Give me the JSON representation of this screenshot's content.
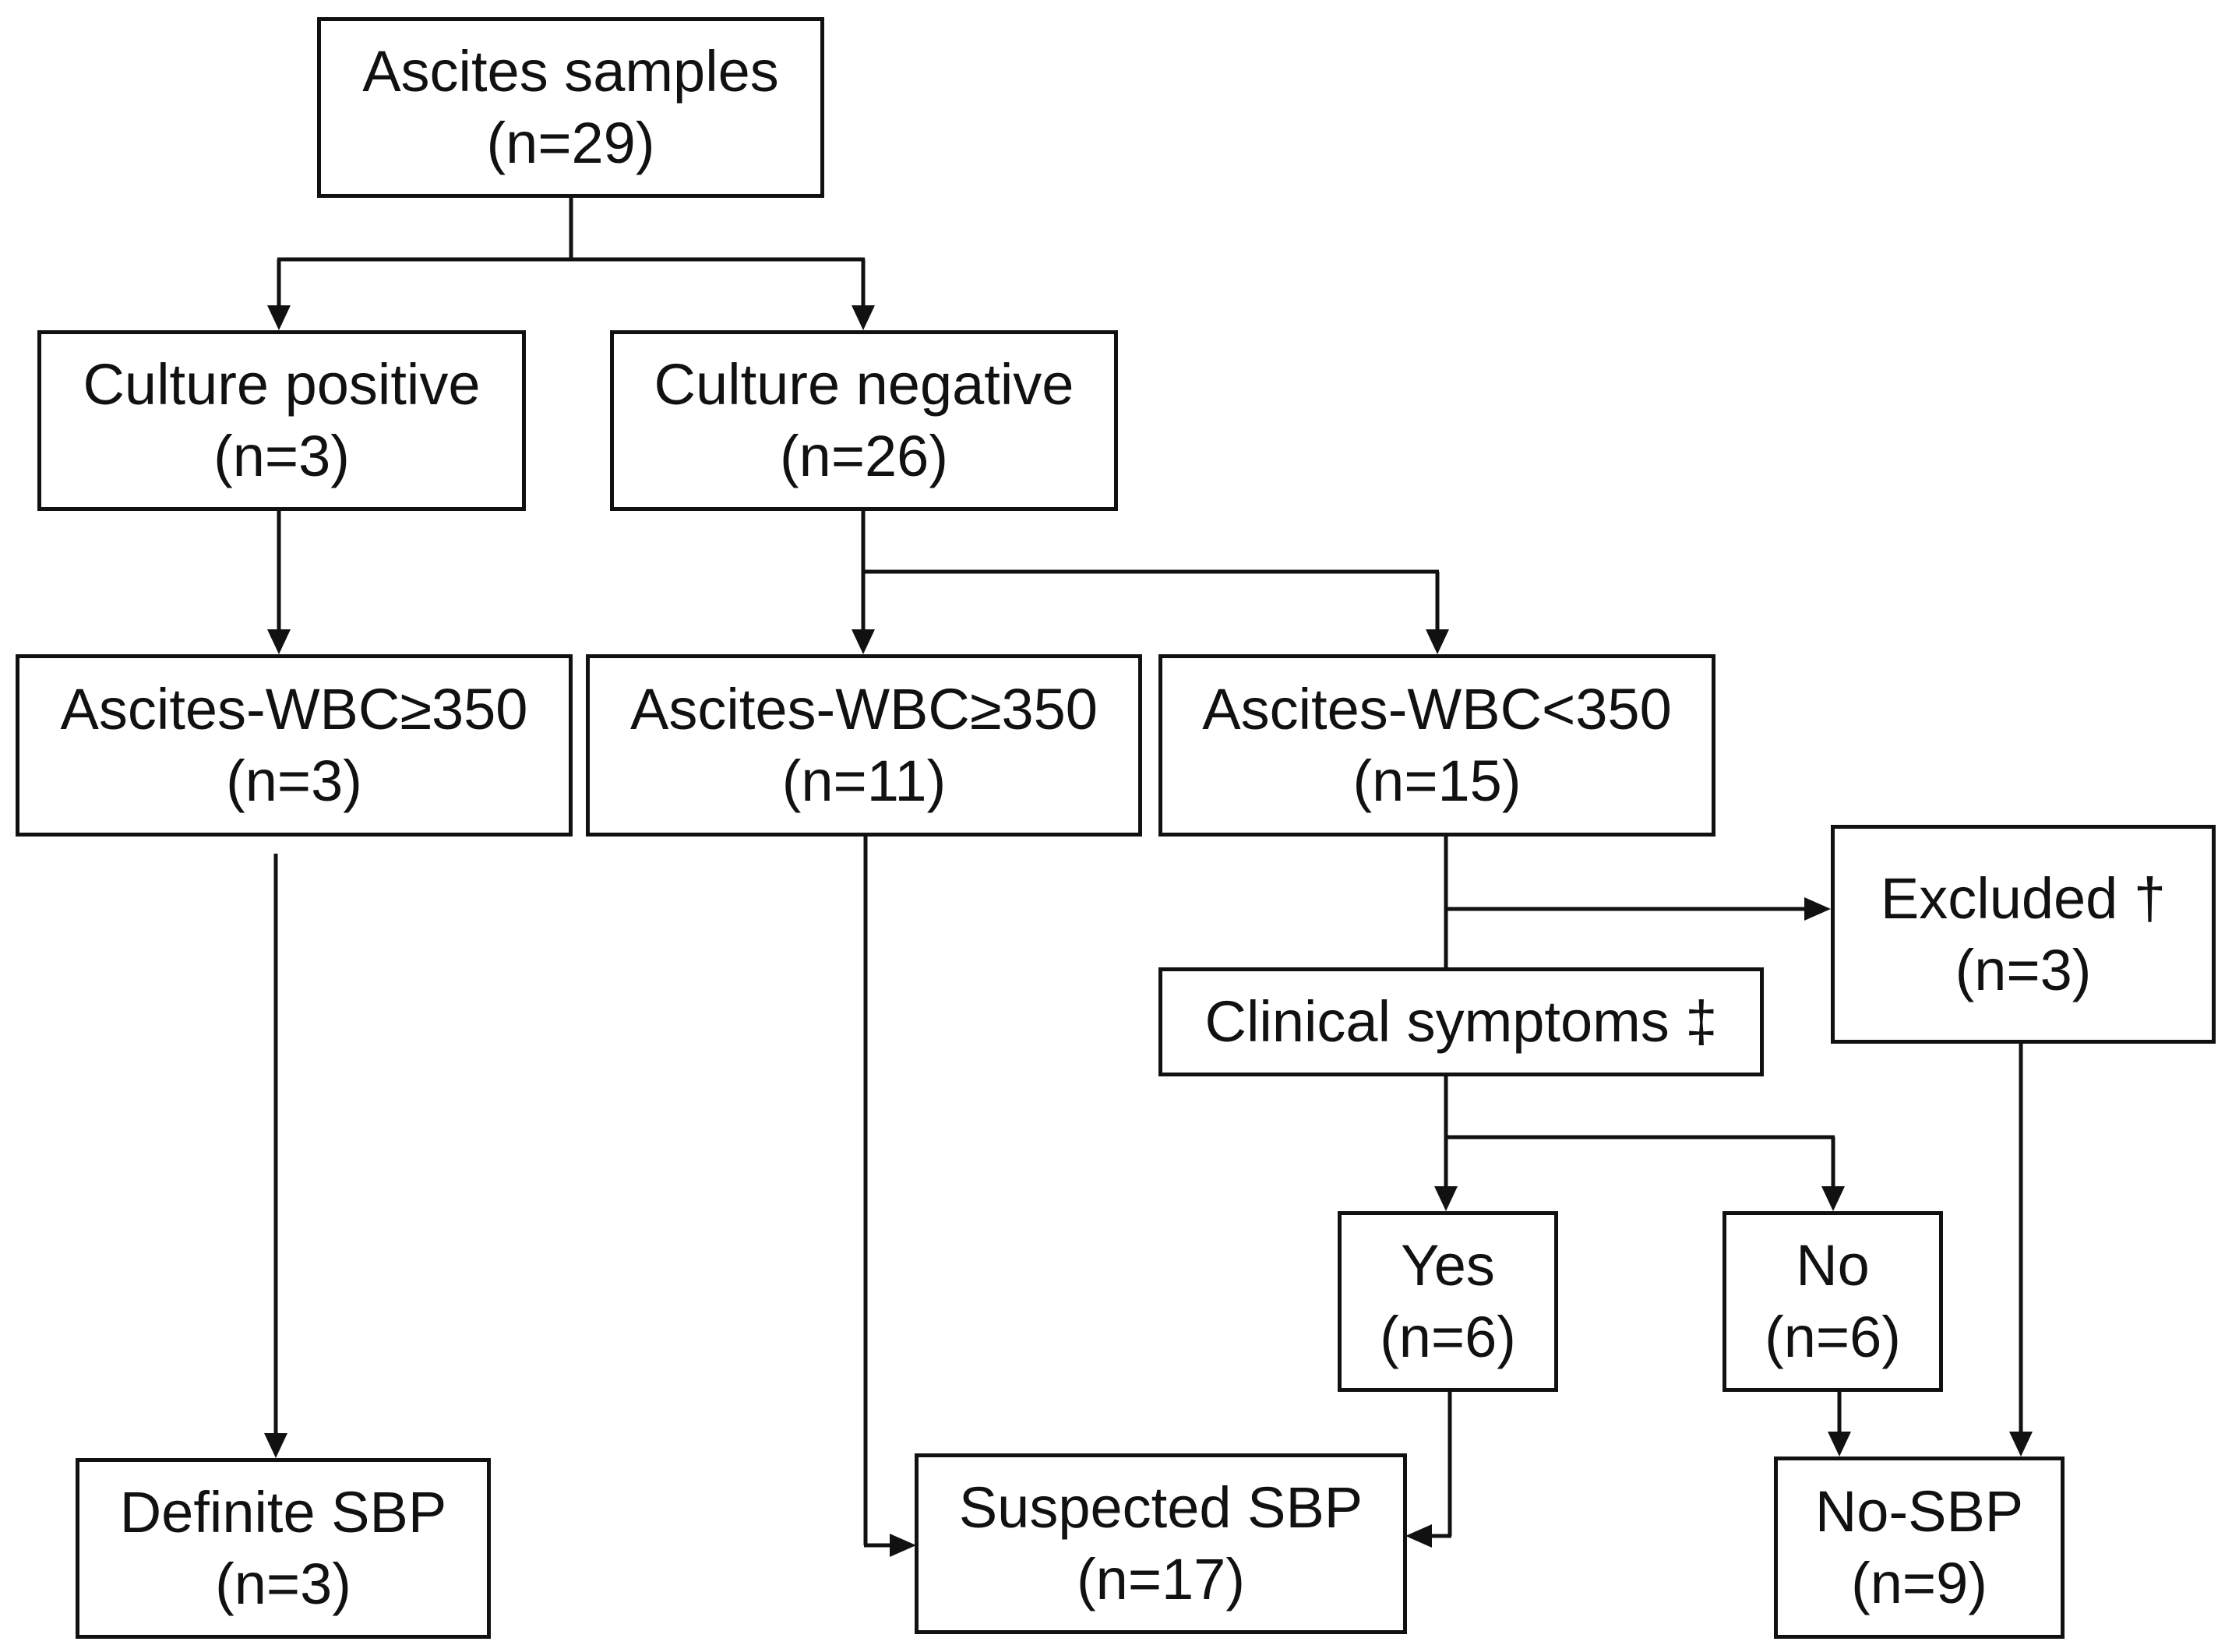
{
  "nodes": {
    "ascites_samples": {
      "label": "Ascites samples",
      "count": "(n=29)"
    },
    "culture_positive": {
      "label": "Culture positive",
      "count": "(n=3)"
    },
    "culture_negative": {
      "label": "Culture negative",
      "count": "(n=26)"
    },
    "pos_wbc_high": {
      "label": "Ascites-WBC≥350",
      "count": "(n=3)"
    },
    "neg_wbc_high": {
      "label": "Ascites-WBC≥350",
      "count": "(n=11)"
    },
    "neg_wbc_low": {
      "label": "Ascites-WBC<350",
      "count": "(n=15)"
    },
    "excluded": {
      "label": "Excluded †",
      "count": "(n=3)"
    },
    "clinical_symptoms": {
      "label": "Clinical symptoms ‡"
    },
    "yes": {
      "label": "Yes",
      "count": "(n=6)"
    },
    "no": {
      "label": "No",
      "count": "(n=6)"
    },
    "definite_sbp": {
      "label": "Definite SBP",
      "count": "(n=3)"
    },
    "suspected_sbp": {
      "label": "Suspected SBP",
      "count": "(n=17)"
    },
    "no_sbp": {
      "label": "No-SBP",
      "count": "(n=9)"
    }
  },
  "edges": [
    {
      "from": "ascites_samples",
      "to": "culture_positive"
    },
    {
      "from": "ascites_samples",
      "to": "culture_negative"
    },
    {
      "from": "culture_positive",
      "to": "pos_wbc_high"
    },
    {
      "from": "culture_negative",
      "to": "neg_wbc_high"
    },
    {
      "from": "culture_negative",
      "to": "neg_wbc_low"
    },
    {
      "from": "neg_wbc_low",
      "to": "excluded"
    },
    {
      "from": "neg_wbc_low",
      "to": "clinical_symptoms"
    },
    {
      "from": "clinical_symptoms",
      "to": "yes"
    },
    {
      "from": "clinical_symptoms",
      "to": "no"
    },
    {
      "from": "pos_wbc_high",
      "to": "definite_sbp"
    },
    {
      "from": "neg_wbc_high",
      "to": "suspected_sbp"
    },
    {
      "from": "yes",
      "to": "suspected_sbp"
    },
    {
      "from": "no",
      "to": "no_sbp"
    },
    {
      "from": "excluded",
      "to": "no_sbp"
    }
  ]
}
